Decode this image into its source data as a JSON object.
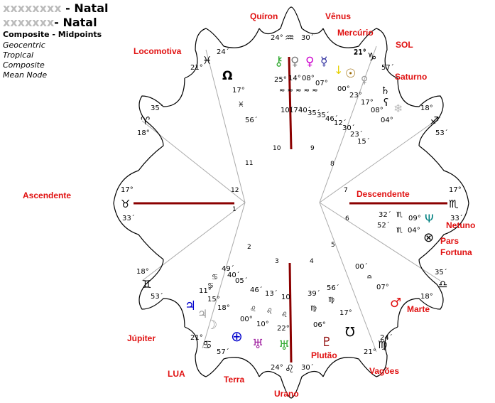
{
  "header": {
    "title1": "- Natal",
    "title2": "- Natal",
    "title3": "Composite - Midpoints",
    "meta": [
      "Geocentric",
      "Tropical",
      "Composite",
      "Mean Node"
    ]
  },
  "labels": {
    "quiron": "Quíron",
    "venus": "Vênus",
    "mercurio": "Mercúrio",
    "sol": "SOL",
    "saturno": "Saturno",
    "locomotiva": "Locomotiva",
    "ascendente": "Ascendente",
    "descendente": "Descendente",
    "netuno": "Netuno",
    "pars1": "Pars",
    "pars2": "Fortuna",
    "marte": "Marte",
    "jupiter": "Júpiter",
    "lua": "LUA",
    "terra": "Terra",
    "urano": "Urano",
    "plutao": "Plutão",
    "vagoes": "Vagões"
  },
  "cusps": {
    "top": [
      "24°",
      "♒",
      "30´"
    ],
    "pisces": [
      "21°",
      "♓",
      "24´"
    ],
    "aries": [
      "35´",
      "♈",
      "18°"
    ],
    "taurus": [
      "17°",
      "♉",
      "33´"
    ],
    "gemini": [
      "18°",
      "♊",
      "53´"
    ],
    "cancer": [
      "21°",
      "♋",
      "57´"
    ],
    "leo": [
      "24°",
      "♌",
      "30´"
    ],
    "virgo": [
      "24´",
      "♍",
      "21°"
    ],
    "libra": [
      "35´",
      "♎",
      "18°"
    ],
    "scorpio": [
      "17°",
      "♏",
      "33´"
    ],
    "sagittarius": [
      "18°",
      "♐",
      "53´"
    ],
    "capricorn": [
      "21°",
      "♑",
      "57´"
    ]
  },
  "houses": [
    "1",
    "2",
    "3",
    "4",
    "5",
    "6",
    "7",
    "8",
    "9",
    "10",
    "11",
    "12"
  ],
  "planets_top": {
    "glyphs": [
      "⚷",
      "♀",
      "♀",
      "☿"
    ],
    "deg": [
      "25°",
      "14°",
      "08°",
      "07°"
    ],
    "min": [
      "10´",
      "17´",
      "40´",
      "35´",
      "35´",
      "46´",
      "12´",
      "30´"
    ]
  },
  "texts": {
    "node_deg": "17°",
    "node_min": "56´",
    "sun_deg": "21°",
    "sun_min": "57´",
    "sun2_deg": "00°",
    "sat_deg": "23°",
    "sat2_deg": "17°",
    "sat3_deg": "08°",
    "sat4_deg": "04°",
    "tl_min1": "23´",
    "tl_min2": "15´",
    "nep_deg1": "32´",
    "nep_deg2": "52´",
    "nep_deg3": "09°",
    "nep_deg4": "04°",
    "mars_deg1": "00´",
    "mars_deg2": "07°",
    "jup_deg1": "49´",
    "jup_deg2": "40´",
    "jup_deg3": "05´",
    "jup_deg4": "11°",
    "jup_deg5": "15°",
    "jup_deg6": "18°",
    "earth_deg1": "46´",
    "earth_deg2": "13´",
    "earth_deg3": "10",
    "earth_deg4": "00°",
    "earth_deg5": "10°",
    "earth_deg6": "22°",
    "plu_deg1": "39´",
    "plu_deg2": "56´",
    "plu_deg3": "17°",
    "plu_deg4": "06°"
  }
}
